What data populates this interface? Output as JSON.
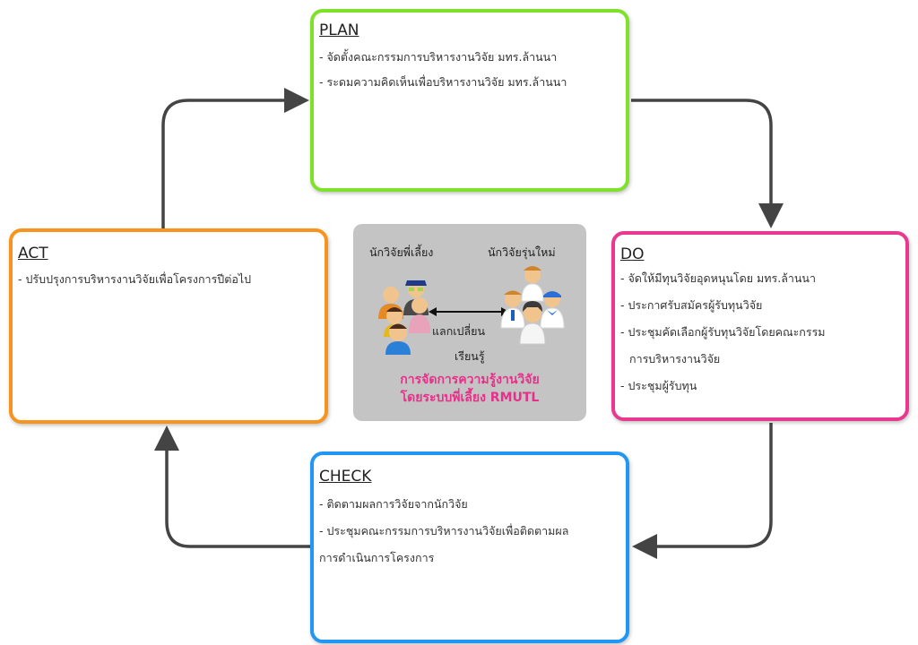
{
  "plan": {
    "title": "PLAN",
    "items": [
      "- จัดตั้งคณะกรรมการบริหารงานวิจัย มทร.ล้านนา",
      "- ระดมความคิดเห็นเพื่อบริหารงานวิจัย มทร.ล้านนา"
    ]
  },
  "do": {
    "title": "DO",
    "items": [
      "- จัดให้มีทุนวิจัยอุดหนุนโดย มทร.ล้านนา",
      "- ประกาศรับสมัครผู้รับทุนวิจัย",
      "- ประชุมคัดเลือกผู้รับทุนวิจัยโดยคณะกรรม",
      "การบริหารงานวิจัย",
      "- ประชุมผู้รับทุน"
    ]
  },
  "check": {
    "title": "CHECK",
    "items": [
      "- ติดตามผลการวิจัยจากนักวิจัย",
      "- ประชุมคณะกรรมการบริหารงานวิจัยเพื่อติดตามผล",
      "การดำเนินการโครงการ"
    ]
  },
  "act": {
    "title": "ACT",
    "items": [
      "- ปรับปรุงการบริหารงานวิจัยเพื่อโครงการปีต่อไป"
    ]
  },
  "center": {
    "mentor_label": "นักวิจัยพี่เลี้ยง",
    "new_label": "นักวิจัยรุ่นใหม่",
    "exchange_label_1": "แลกเปลี่ยน",
    "exchange_label_2": "เรียนรู้",
    "title_line_1": "การจัดการความรู้งานวิจัย",
    "title_line_2": "โดยระบบพี่เลี้ยง RMUTL"
  },
  "colors": {
    "plan": "#7ee22a",
    "do": "#e8388f",
    "check": "#2196f3",
    "act": "#f7941d",
    "center_title": "#e8308a",
    "arrow": "#444444"
  }
}
